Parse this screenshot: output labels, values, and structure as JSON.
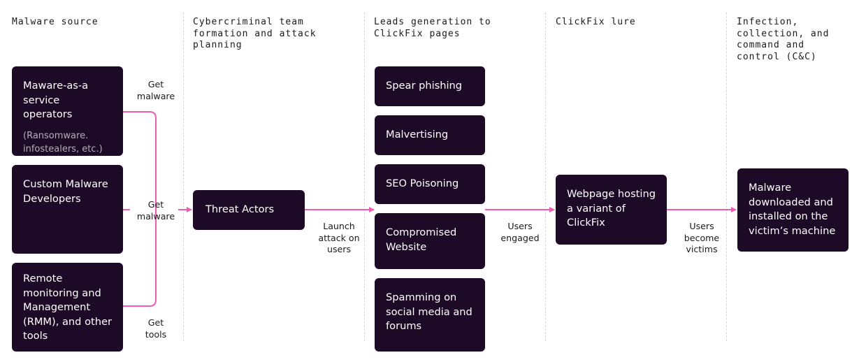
{
  "columns": {
    "malware_source": "Malware source",
    "team_formation": "Cybercriminal team\nformation and attack\nplanning",
    "leads_generation": "Leads generation to\nClickFix pages",
    "clickfix_lure": "ClickFix lure",
    "infection": "Infection,\ncollection, and\ncommand and\ncontrol (C&C)"
  },
  "sources": {
    "maas": "Maware-as-a service operators",
    "maas_note": "(Ransomware. infostealers, etc.)",
    "custom": "Custom Malware Developers",
    "rmm": "Remote monitoring and Management (RMM), and other tools"
  },
  "edges": {
    "get_malware_top": "Get\nmalware",
    "get_malware_mid": "Get\nmalware",
    "get_tools": "Get\ntools",
    "launch_attack": "Launch\nattack on\nusers",
    "users_engaged": "Users\nengaged",
    "users_become_victims": "Users\nbecome\nvictims"
  },
  "actors": "Threat Actors",
  "leads": {
    "spear_phishing": "Spear phishing",
    "malvertising": "Malvertising",
    "seo_poisoning": "SEO Poisoning",
    "compromised_website": "Compromised Website",
    "spamming": "Spamming on social media and forums"
  },
  "lure": "Webpage hosting a variant of ClickFix",
  "outcome": "Malware downloaded and installed on the victim’s machine",
  "colors": {
    "box": "#1d0a26",
    "connector": "#ee5db3",
    "note_text": "#b7aebb",
    "divider": "#d6d6d6"
  }
}
